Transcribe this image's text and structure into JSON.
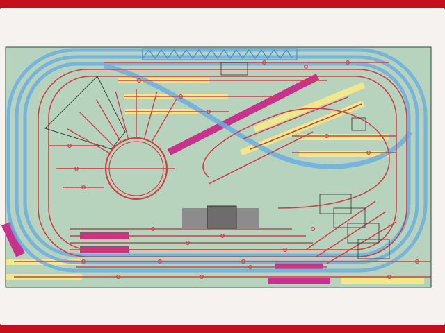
{
  "colors": {
    "background": "#c4101c",
    "card": "#f5f2ef",
    "board": "#b8d3bd",
    "track_outer": "#6aaee0",
    "track_outer_rail": "#4a8fd0",
    "track_inner": "#d04048",
    "siding_yellow": "#f2e88a",
    "siding_magenta": "#c8328a",
    "structure": "#6d6d6d",
    "outline": "#2e4a3a"
  },
  "diagram": {
    "kind": "model-railway-track-plan",
    "elements": [
      "outer-blue-loop",
      "inner-red-loop",
      "turntable",
      "roundhouse",
      "station-building",
      "yard-sidings",
      "bridge-section",
      "figure-eight-crossing"
    ]
  }
}
